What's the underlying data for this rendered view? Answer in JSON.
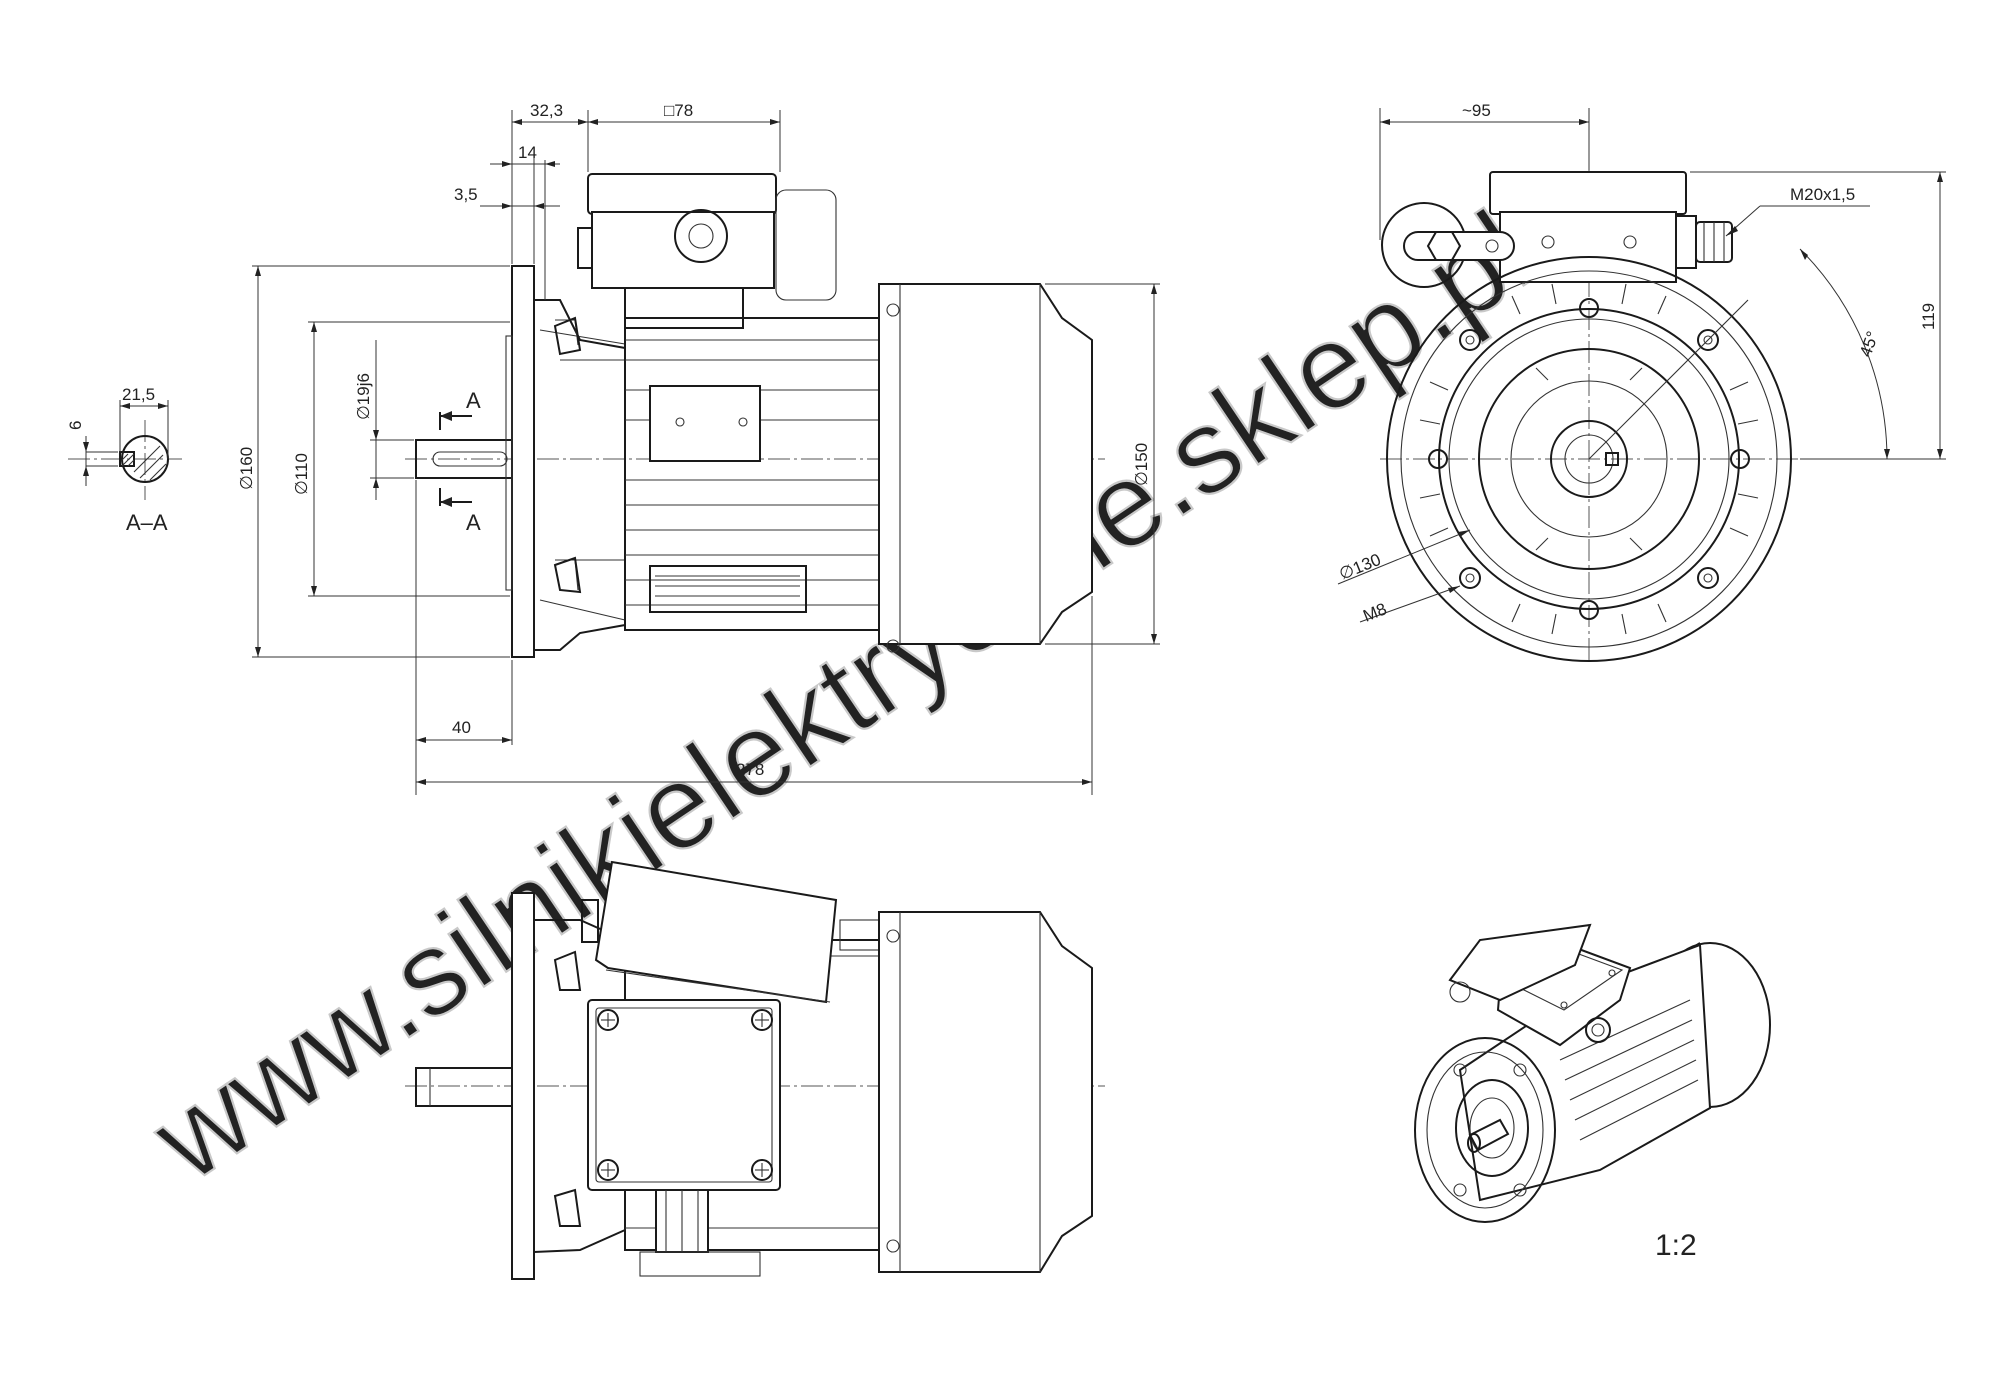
{
  "dimensions": {
    "d_32_3": "32,3",
    "d_sq78": "□78",
    "d_14": "14",
    "d_3_5": "3,5",
    "d_160": "∅160",
    "d_110": "∅110",
    "d_19j6": "∅19j6",
    "d_150": "∅150",
    "d_40": "40",
    "d_278": "278",
    "d_95": "~95",
    "d_m20": "M20x1,5",
    "d_119": "119",
    "d_45": "45°",
    "d_130": "∅130",
    "d_m8": "M8",
    "d_6": "6",
    "d_21_5": "21,5"
  },
  "section": {
    "label": "A–A",
    "marker": "A"
  },
  "scale_label": "1:2",
  "watermark": "www.silnikielektryczne.sklep.pl"
}
